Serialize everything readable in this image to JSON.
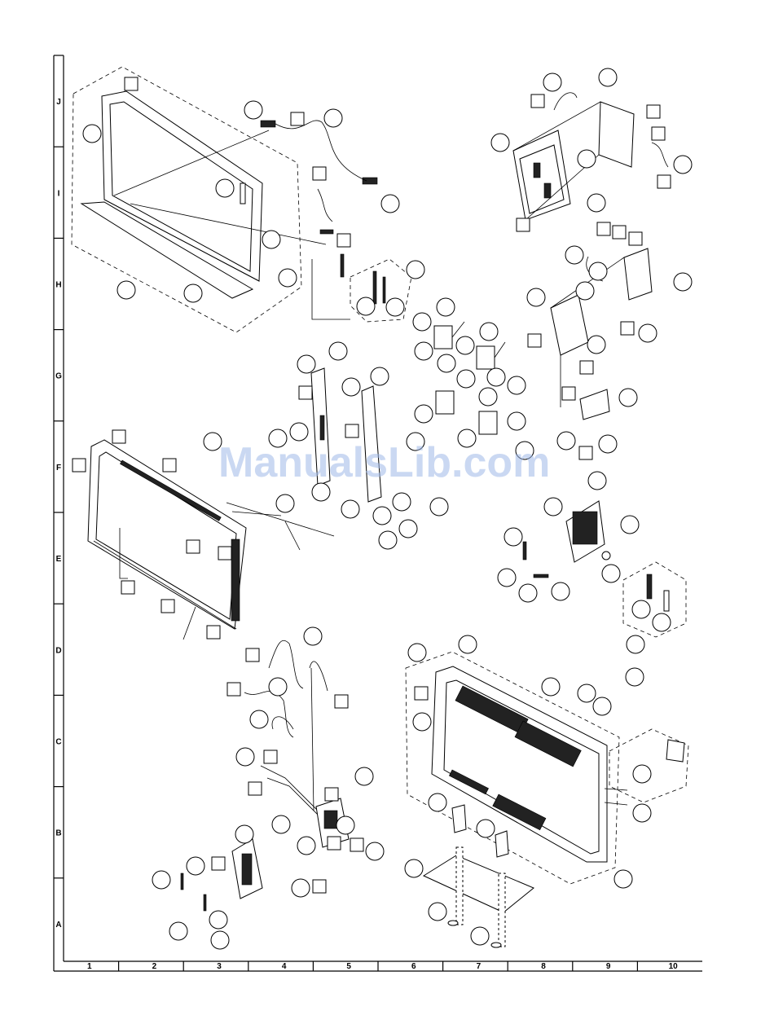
{
  "grid": {
    "rows": [
      "J",
      "I",
      "H",
      "G",
      "F",
      "E",
      "D",
      "C",
      "B",
      "A"
    ],
    "columns": [
      "1",
      "2",
      "3",
      "4",
      "5",
      "6",
      "7",
      "8",
      "9",
      "10"
    ]
  },
  "watermark": "ManualsLib.com"
}
